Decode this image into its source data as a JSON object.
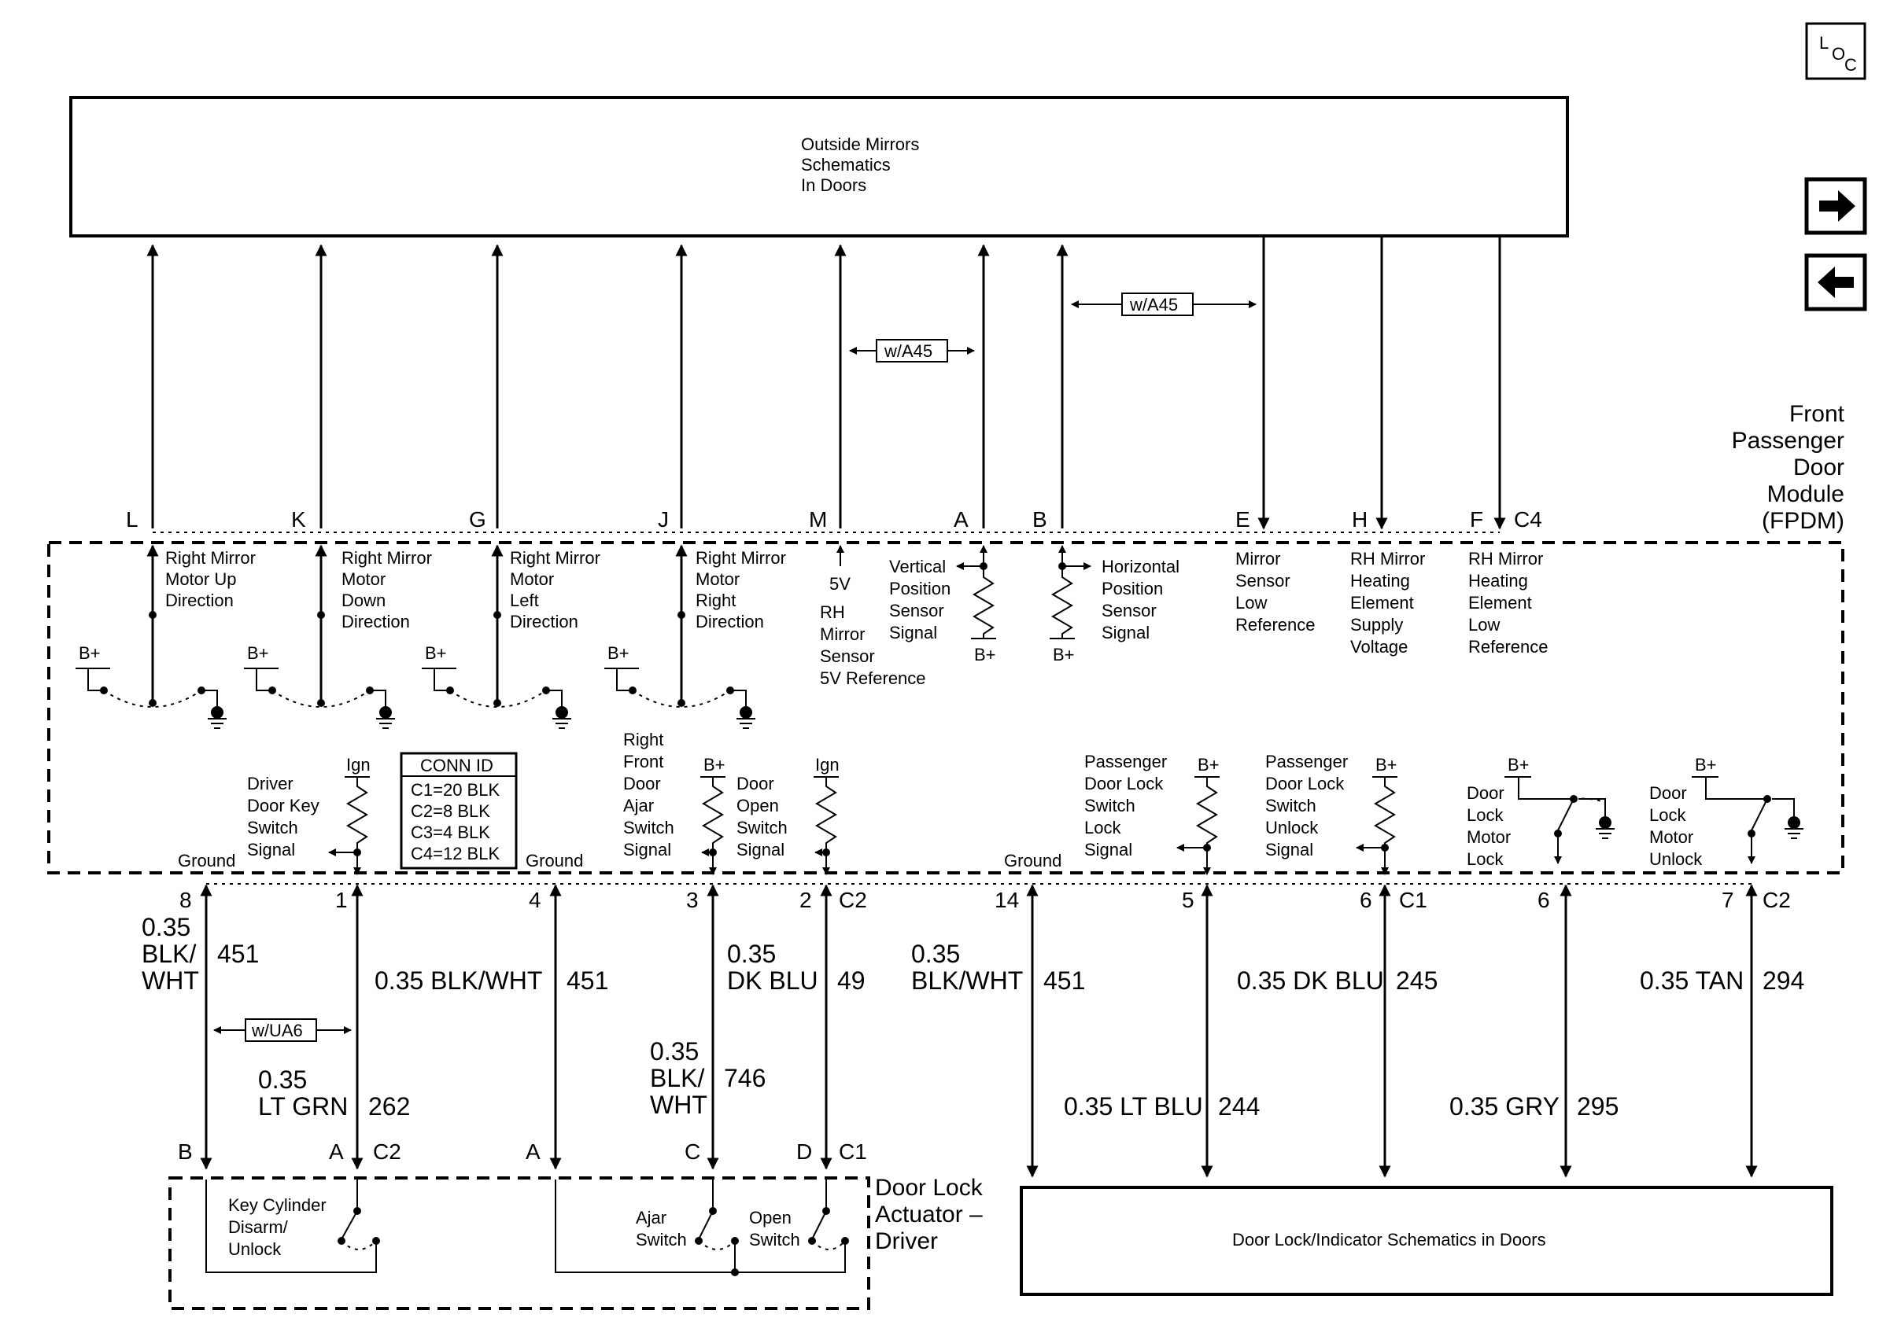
{
  "nav": {
    "loc_icon": "location-icon",
    "next_icon": "arrow-right-icon",
    "prev_icon": "arrow-left-icon",
    "loc_letters": [
      "L",
      "O",
      "C"
    ]
  },
  "top_box": [
    "Outside Mirrors",
    "Schematics",
    "In Doors"
  ],
  "bottom_box": "Door Lock/Indicator Schematics in Doors",
  "module": {
    "name": [
      "Front",
      "Passenger",
      "Door",
      "Module",
      "(FPDM)"
    ],
    "connector_top": "C4"
  },
  "option_tags": {
    "a45": "w/A45",
    "ua6": "w/UA6"
  },
  "top_pins": [
    {
      "pin": "L",
      "label": [
        "Right Mirror",
        "Motor Up",
        "Direction"
      ]
    },
    {
      "pin": "K",
      "label": [
        "Right Mirror",
        "Motor",
        "Down",
        "Direction"
      ]
    },
    {
      "pin": "G",
      "label": [
        "Right Mirror",
        "Motor",
        "Left",
        "Direction"
      ]
    },
    {
      "pin": "J",
      "label": [
        "Right Mirror",
        "Motor",
        "Right",
        "Direction"
      ]
    },
    {
      "pin": "M",
      "label": [
        "RH",
        "Mirror",
        "Sensor",
        "5V Reference"
      ],
      "supply": "5V"
    },
    {
      "pin": "A",
      "label": [
        "Vertical",
        "Position",
        "Sensor",
        "Signal"
      ]
    },
    {
      "pin": "B",
      "label": [
        "Horizontal",
        "Position",
        "Sensor",
        "Signal"
      ]
    },
    {
      "pin": "E",
      "label": [
        "Mirror",
        "Sensor",
        "Low",
        "Reference"
      ]
    },
    {
      "pin": "H",
      "label": [
        "RH Mirror",
        "Heating",
        "Element",
        "Supply",
        "Voltage"
      ]
    },
    {
      "pin": "F",
      "label": [
        "RH Mirror",
        "Heating",
        "Element",
        "Low",
        "Reference"
      ]
    }
  ],
  "supply_labels": {
    "bplus": "B+",
    "ign": "Ign",
    "ground": "Ground"
  },
  "conn_id": {
    "title": "CONN ID",
    "rows": [
      "C1=20 BLK",
      "C2=8 BLK",
      "C3=4 BLK",
      "C4=12 BLK"
    ]
  },
  "internal_labels": {
    "driver_key": [
      "Driver",
      "Door Key",
      "Switch",
      "Signal"
    ],
    "rf_ajar": [
      "Right",
      "Front",
      "Door",
      "Ajar",
      "Switch",
      "Signal"
    ],
    "door_open": [
      "Door",
      "Open",
      "Switch",
      "Signal"
    ],
    "pass_lock": [
      "Passenger",
      "Door Lock",
      "Switch",
      "Lock",
      "Signal"
    ],
    "pass_unlock": [
      "Passenger",
      "Door Lock",
      "Switch",
      "Unlock",
      "Signal"
    ],
    "motor_lock": [
      "Door",
      "Lock",
      "Motor",
      "Lock"
    ],
    "motor_unlock": [
      "Door",
      "Lock",
      "Motor",
      "Unlock"
    ]
  },
  "bottom_pins": {
    "p8": "8",
    "p1": "1",
    "p4": "4",
    "p3": "3",
    "p2": "2",
    "c2a": "C2",
    "p14": "14",
    "p5": "5",
    "p6a": "6",
    "c1a": "C1",
    "p6b": "6",
    "p7": "7",
    "c2b": "C2"
  },
  "wires": {
    "w8": {
      "lines": [
        "0.35",
        "BLK/",
        "WHT"
      ],
      "circuit": "451"
    },
    "w1": {
      "lines": [
        "0.35",
        "LT GRN"
      ],
      "circuit": "262"
    },
    "w4": {
      "lines": [
        "0.35 BLK/WHT"
      ],
      "circuit": "451"
    },
    "w3": {
      "lines": [
        "0.35",
        "BLK/",
        "WHT"
      ],
      "circuit": "746"
    },
    "w2": {
      "lines": [
        "0.35",
        "DK BLU"
      ],
      "circuit": "49"
    },
    "w14": {
      "lines": [
        "0.35",
        "BLK/WHT"
      ],
      "circuit": "451"
    },
    "w5": {
      "lines": [
        "0.35 LT BLU"
      ],
      "circuit": "244"
    },
    "w6a": {
      "lines": [
        "0.35 DK BLU"
      ],
      "circuit": "245"
    },
    "w6b": {
      "lines": [
        "0.35 GRY"
      ],
      "circuit": "295"
    },
    "w7": {
      "lines": [
        "0.35 TAN"
      ],
      "circuit": "294"
    }
  },
  "actuator": {
    "name": [
      "Door Lock",
      "Actuator –",
      "Driver"
    ],
    "pins": {
      "b": "B",
      "a1": "A",
      "c2": "C2",
      "a2": "A",
      "c": "C",
      "d": "D",
      "c1": "C1"
    },
    "key_cyl": [
      "Key Cylinder",
      "Disarm/",
      "Unlock"
    ],
    "ajar": [
      "Ajar",
      "Switch"
    ],
    "open": [
      "Open",
      "Switch"
    ]
  }
}
